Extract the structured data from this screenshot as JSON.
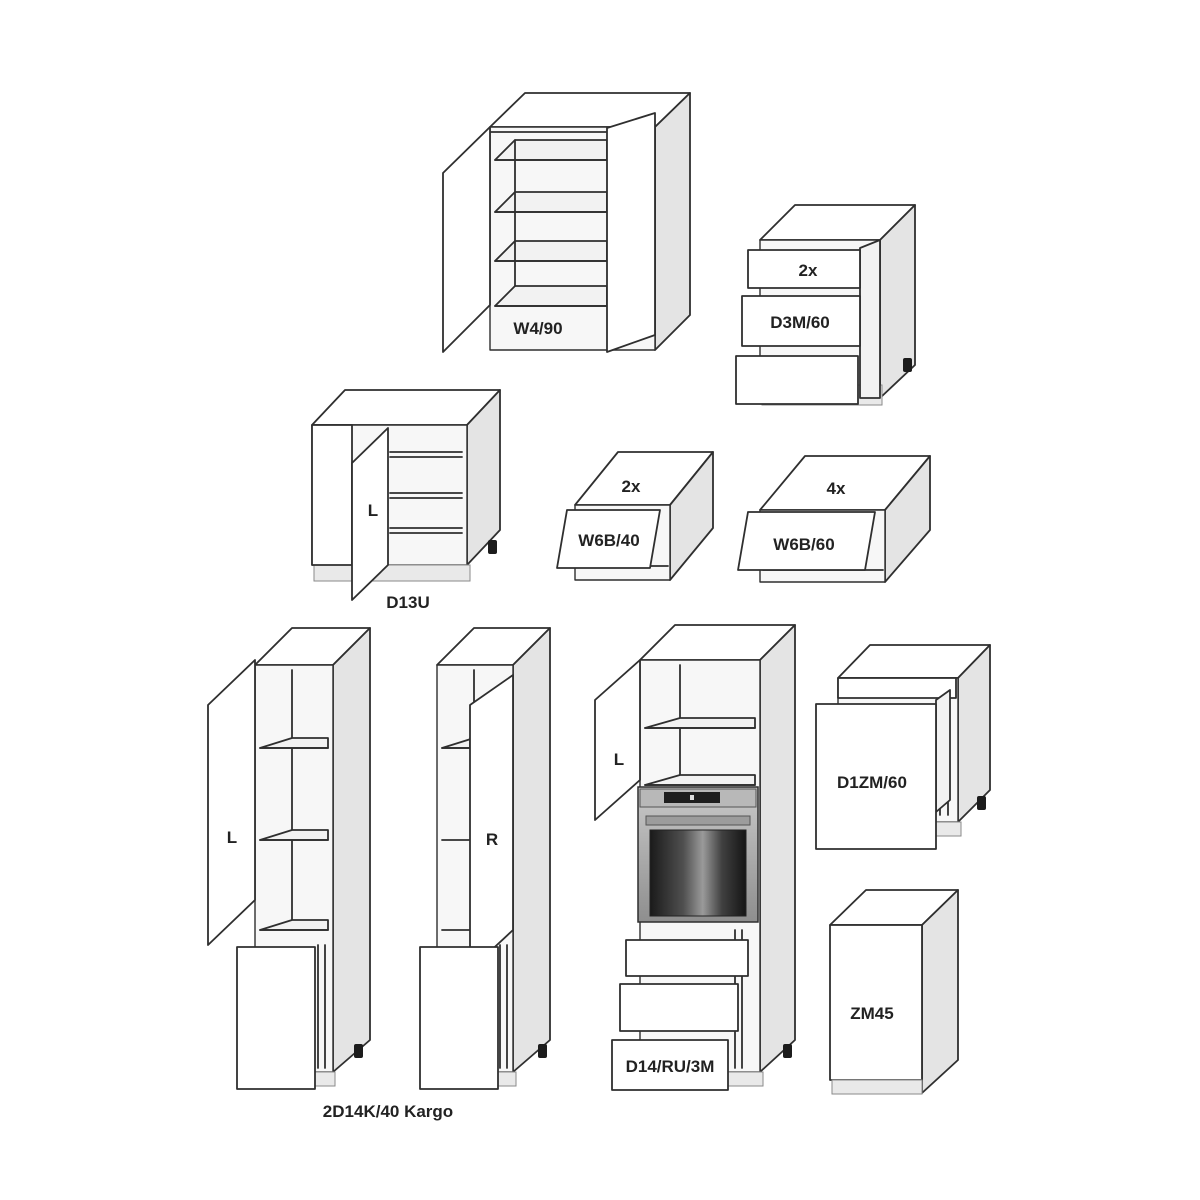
{
  "labels": {
    "w4_90": "W4/90",
    "d3m_qty": "2x",
    "d3m_60": "D3M/60",
    "d13u": "D13U",
    "d13u_door": "L",
    "w6b40_qty": "2x",
    "w6b_40": "W6B/40",
    "w6b60_qty": "4x",
    "w6b_60": "W6B/60",
    "kargo_left_door": "L",
    "kargo_right_door": "R",
    "kargo_name": "2D14K/40 Kargo",
    "d14_door": "L",
    "d14_name": "D14/RU/3M",
    "d1zm_60": "D1ZM/60",
    "zm45": "ZM45"
  },
  "colors": {
    "line": "#2f2f2f",
    "background": "#ffffff",
    "panel_side": "#e4e4e4",
    "oven_steel": "#a8a8a8",
    "oven_window": "#1a1a1a"
  }
}
